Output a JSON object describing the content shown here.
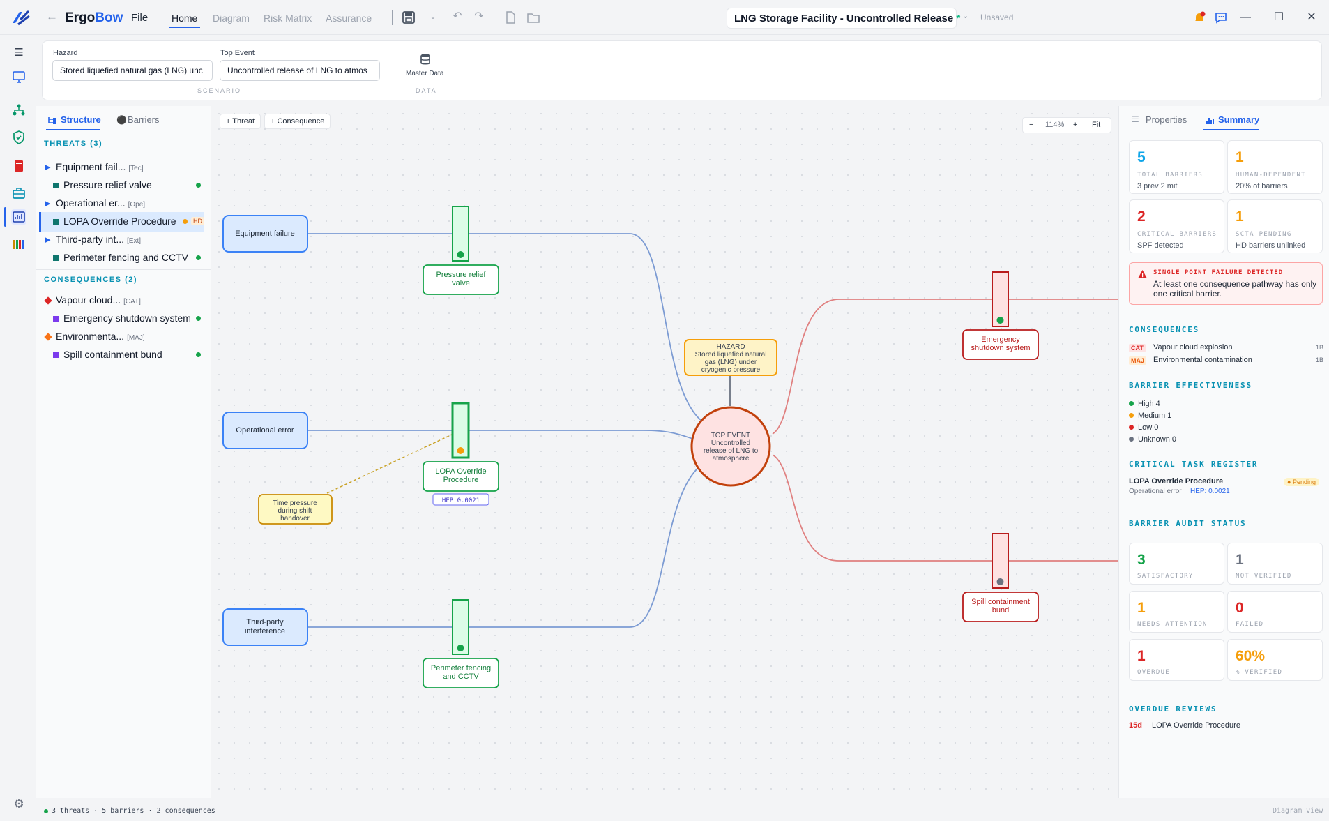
{
  "app": {
    "name_a": "Ergo",
    "name_b": "Bow",
    "menu_file": "File"
  },
  "nav_tabs": [
    {
      "label": "Home",
      "active": true
    },
    {
      "label": "Diagram"
    },
    {
      "label": "Risk Matrix"
    },
    {
      "label": "Assurance"
    }
  ],
  "document": {
    "title": "LNG Storage Facility - Uncontrolled Release",
    "modified_mark": "*",
    "save_state": "Unsaved"
  },
  "ribbon": {
    "hazard_label": "Hazard",
    "hazard_value": "Stored liquefied natural gas (LNG) unc",
    "top_event_label": "Top Event",
    "top_event_value": "Uncontrolled release of LNG to atmos",
    "scenario_group": "SCENARIO",
    "master_data_label": "Master Data",
    "data_group": "DATA"
  },
  "left_panel": {
    "tabs": [
      "Structure",
      "Barriers"
    ],
    "threats_header": "THREATS (3)",
    "consequences_header": "CONSEQUENCES (2)",
    "threats": [
      {
        "label": "Equipment fail...",
        "tag": "[Tec]",
        "barriers": [
          {
            "label": "Pressure relief valve",
            "status_color": "#16a34a"
          }
        ]
      },
      {
        "label": "Operational er...",
        "tag": "[Ope]",
        "barriers": [
          {
            "label": "LOPA Override Procedure",
            "status_color": "#f59e0b",
            "badge": "HD"
          }
        ]
      },
      {
        "label": "Third-party int...",
        "tag": "[Ext]",
        "barriers": [
          {
            "label": "Perimeter fencing and CCTV",
            "status_color": "#16a34a"
          }
        ]
      }
    ],
    "consequences": [
      {
        "label": "Vapour cloud...",
        "tag": "[CAT]",
        "marker_color": "#dc2626",
        "barriers": [
          {
            "label": "Emergency shutdown system",
            "status_color": "#16a34a"
          }
        ]
      },
      {
        "label": "Environmenta...",
        "tag": "[MAJ]",
        "marker_color": "#f97316",
        "barriers": [
          {
            "label": "Spill containment bund",
            "status_color": "#16a34a"
          }
        ]
      }
    ]
  },
  "canvas": {
    "add_threat": "+ Threat",
    "add_consequence": "+ Consequence",
    "zoom_out": "−",
    "zoom": "114%",
    "zoom_in": "+",
    "fit": "Fit",
    "threats": [
      "Equipment failure",
      "Operational error",
      "Third-party interference"
    ],
    "prevention_barriers": [
      "Pressure relief valve",
      "LOPA Override Procedure",
      "Perimeter fencing and CCTV"
    ],
    "hep_label": "HEP 0.0021",
    "escalation_factor": "Time pressure during shift handover",
    "hazard": {
      "title": "HAZARD",
      "text": "Stored liquefied natural gas (LNG) under cryogenic pressure"
    },
    "top_event": {
      "title": "TOP EVENT",
      "text": "Uncontrolled release of LNG to atmosphere"
    },
    "mitigation_barriers": [
      "Emergency shutdown system",
      "Spill containment bund"
    ]
  },
  "right_panel": {
    "tabs": [
      "Properties",
      "Summary"
    ],
    "kpis": [
      {
        "value": "5",
        "label": "TOTAL BARRIERS",
        "sub": "3 prev  2 mit",
        "color": "#0ea5e9"
      },
      {
        "value": "1",
        "label": "HUMAN-DEPENDENT",
        "sub": "20% of barriers",
        "color": "#f59e0b"
      },
      {
        "value": "2",
        "label": "CRITICAL BARRIERS",
        "sub": "SPF detected",
        "color": "#dc2626"
      },
      {
        "value": "1",
        "label": "SCTA PENDING",
        "sub": "HD barriers unlinked",
        "color": "#f59e0b"
      }
    ],
    "alert_title": "SINGLE POINT FAILURE DETECTED",
    "alert_text": "At least one consequence pathway has only one critical barrier.",
    "consequences_header": "CONSEQUENCES",
    "consequences": [
      {
        "tag": "CAT",
        "label": "Vapour cloud explosion",
        "count": "1B"
      },
      {
        "tag": "MAJ",
        "label": "Environmental contamination",
        "count": "1B"
      }
    ],
    "effectiveness_header": "BARRIER EFFECTIVENESS",
    "effectiveness": [
      {
        "label": "High 4",
        "color": "#16a34a"
      },
      {
        "label": "Medium 1",
        "color": "#f59e0b"
      },
      {
        "label": "Low 0",
        "color": "#dc2626"
      },
      {
        "label": "Unknown 0",
        "color": "#6b7280"
      }
    ],
    "ctr_header": "CRITICAL TASK REGISTER",
    "ctr_item": {
      "title": "LOPA Override Procedure",
      "threat": "Operational error",
      "hep": "HEP: 0.0021",
      "status": "Pending"
    },
    "audit_header": "BARRIER AUDIT STATUS",
    "audit": [
      {
        "value": "3",
        "label": "SATISFACTORY",
        "color": "#16a34a"
      },
      {
        "value": "1",
        "label": "NOT VERIFIED",
        "color": "#6b7280"
      },
      {
        "value": "1",
        "label": "NEEDS ATTENTION",
        "color": "#f59e0b"
      },
      {
        "value": "0",
        "label": "FAILED",
        "color": "#dc2626"
      },
      {
        "value": "1",
        "label": "OVERDUE",
        "color": "#dc2626"
      },
      {
        "value": "60%",
        "label": "% VERIFIED",
        "color": "#f59e0b"
      }
    ],
    "overdue_header": "OVERDUE REVIEWS",
    "overdue": [
      {
        "days": "15d",
        "label": "LOPA Override Procedure"
      }
    ]
  },
  "status_bar": {
    "summary": "3 threats · 5 barriers · 2 consequences",
    "view": "Diagram view"
  }
}
